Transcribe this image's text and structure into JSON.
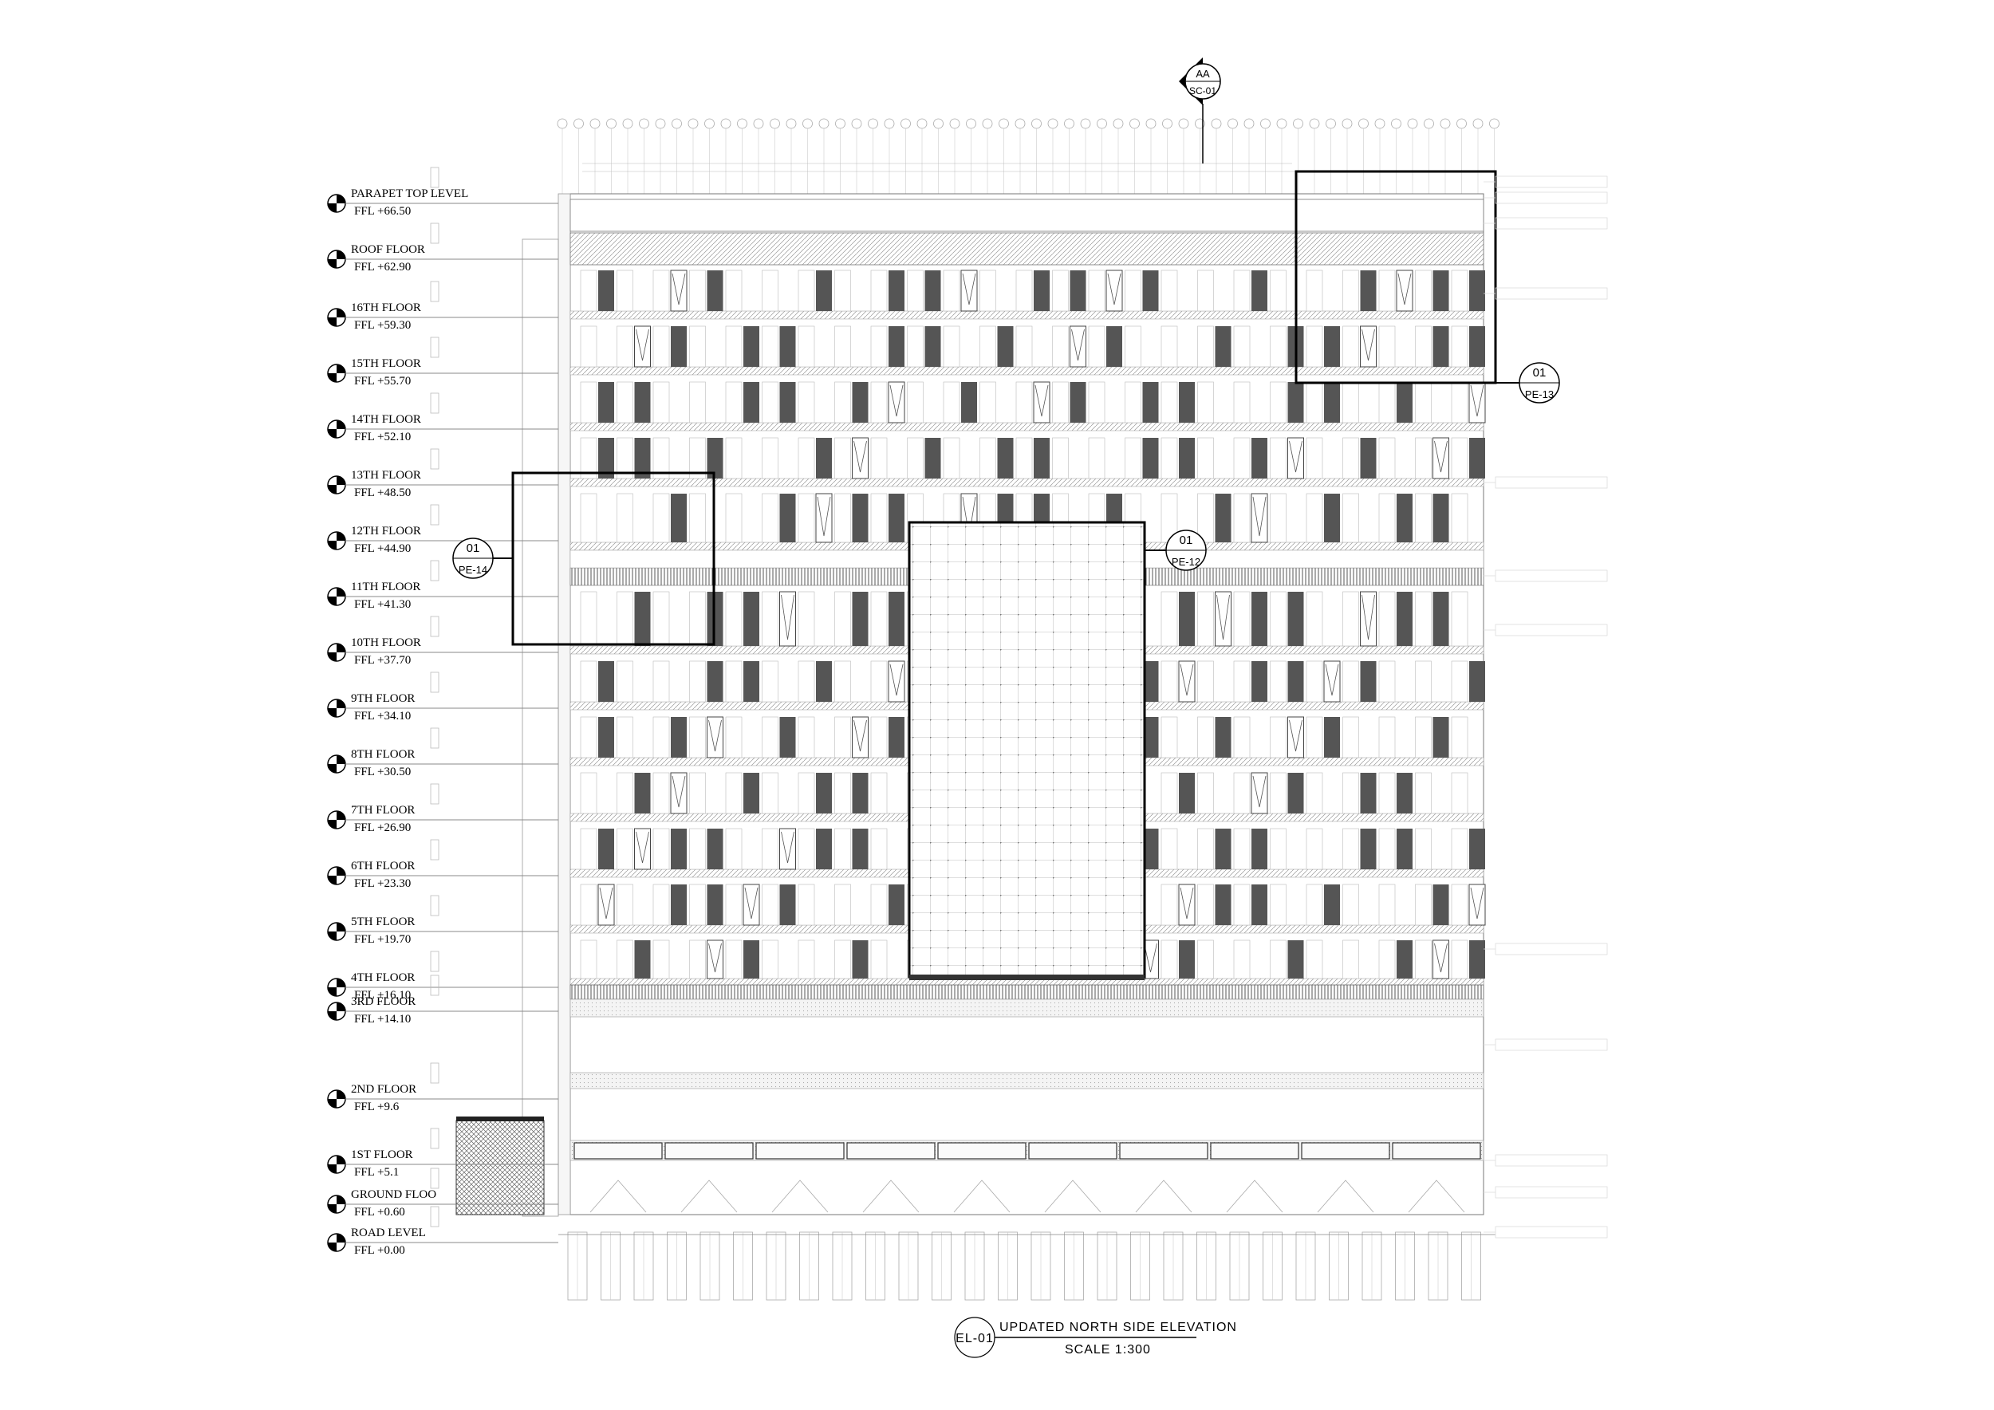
{
  "levels": [
    {
      "name": "PARAPET TOP LEVEL",
      "ffl": "FFL +66.50"
    },
    {
      "name": "ROOF FLOOR",
      "ffl": "FFL +62.90"
    },
    {
      "name": "16TH FLOOR",
      "ffl": "FFL +59.30"
    },
    {
      "name": "15TH FLOOR",
      "ffl": "FFL +55.70"
    },
    {
      "name": "14TH FLOOR",
      "ffl": "FFL +52.10"
    },
    {
      "name": "13TH FLOOR",
      "ffl": "FFL +48.50"
    },
    {
      "name": "12TH FLOOR",
      "ffl": "FFL +44.90"
    },
    {
      "name": "11TH FLOOR",
      "ffl": "FFL +41.30"
    },
    {
      "name": "10TH FLOOR",
      "ffl": "FFL +37.70"
    },
    {
      "name": "9TH FLOOR",
      "ffl": "FFL +34.10"
    },
    {
      "name": "8TH FLOOR",
      "ffl": "FFL +30.50"
    },
    {
      "name": "7TH FLOOR",
      "ffl": "FFL +26.90"
    },
    {
      "name": "6TH  FLOOR",
      "ffl": "FFL +23.30"
    },
    {
      "name": "5TH FLOOR",
      "ffl": "FFL +19.70"
    },
    {
      "name": "4TH FLOOR",
      "ffl": "FFL +16.10"
    },
    {
      "name": "3RD FLOOR",
      "ffl": "FFL +14.10"
    },
    {
      "name": "2ND FLOOR",
      "ffl": "FFL +9.6"
    },
    {
      "name": "1ST FLOOR",
      "ffl": "FFL +5.1"
    },
    {
      "name": "GROUND FLOO",
      "ffl": "FFL +0.60"
    },
    {
      "name": "ROAD LEVEL",
      "ffl": "FFL +0.00"
    }
  ],
  "section_marker": {
    "top": "AA",
    "bottom": "SC-01"
  },
  "callouts": [
    {
      "top": "01",
      "bottom": "PE-13"
    },
    {
      "top": "01",
      "bottom": "PE-14"
    },
    {
      "top": "01",
      "bottom": "PE-12"
    }
  ],
  "title": {
    "code": "EL-01",
    "name": "UPDATED NORTH SIDE ELEVATION",
    "scale": "SCALE 1:300"
  }
}
